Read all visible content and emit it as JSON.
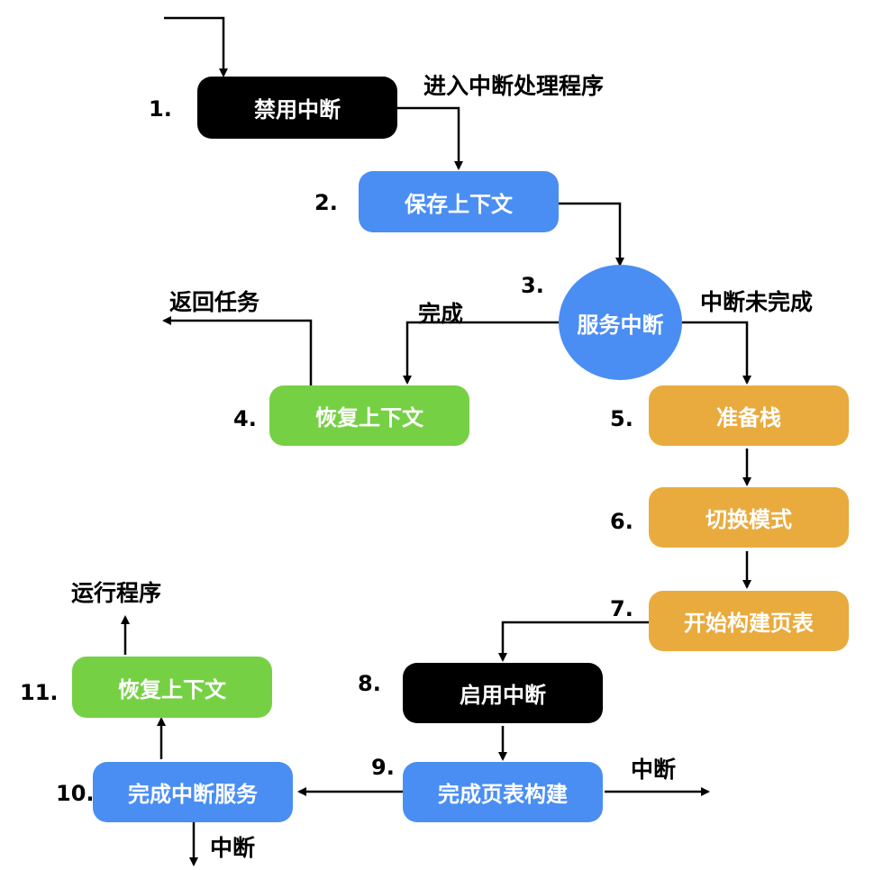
{
  "colors": {
    "black": "#000000",
    "blue": "#4a8ef3",
    "green": "#76d044",
    "orange": "#e9ab3d",
    "arrow": "#000000"
  },
  "steps": [
    {
      "num": "1.",
      "label": "禁用中断"
    },
    {
      "num": "2.",
      "label": "保存上下文"
    },
    {
      "num": "3.",
      "label": "服务中断"
    },
    {
      "num": "4.",
      "label": "恢复上下文"
    },
    {
      "num": "5.",
      "label": "准备栈"
    },
    {
      "num": "6.",
      "label": "切换模式"
    },
    {
      "num": "7.",
      "label": "开始构建页表"
    },
    {
      "num": "8.",
      "label": "启用中断"
    },
    {
      "num": "9.",
      "label": "完成页表构建"
    },
    {
      "num": "10.",
      "label": "完成中断服务"
    },
    {
      "num": "11.",
      "label": "恢复上下文"
    }
  ],
  "edge_labels": {
    "enter_handler": "进入中断处理程序",
    "return_task": "返回任务",
    "done": "完成",
    "not_done": "中断未完成",
    "run_program": "运行程序",
    "interrupt_right": "中断",
    "interrupt_bottom": "中断"
  }
}
